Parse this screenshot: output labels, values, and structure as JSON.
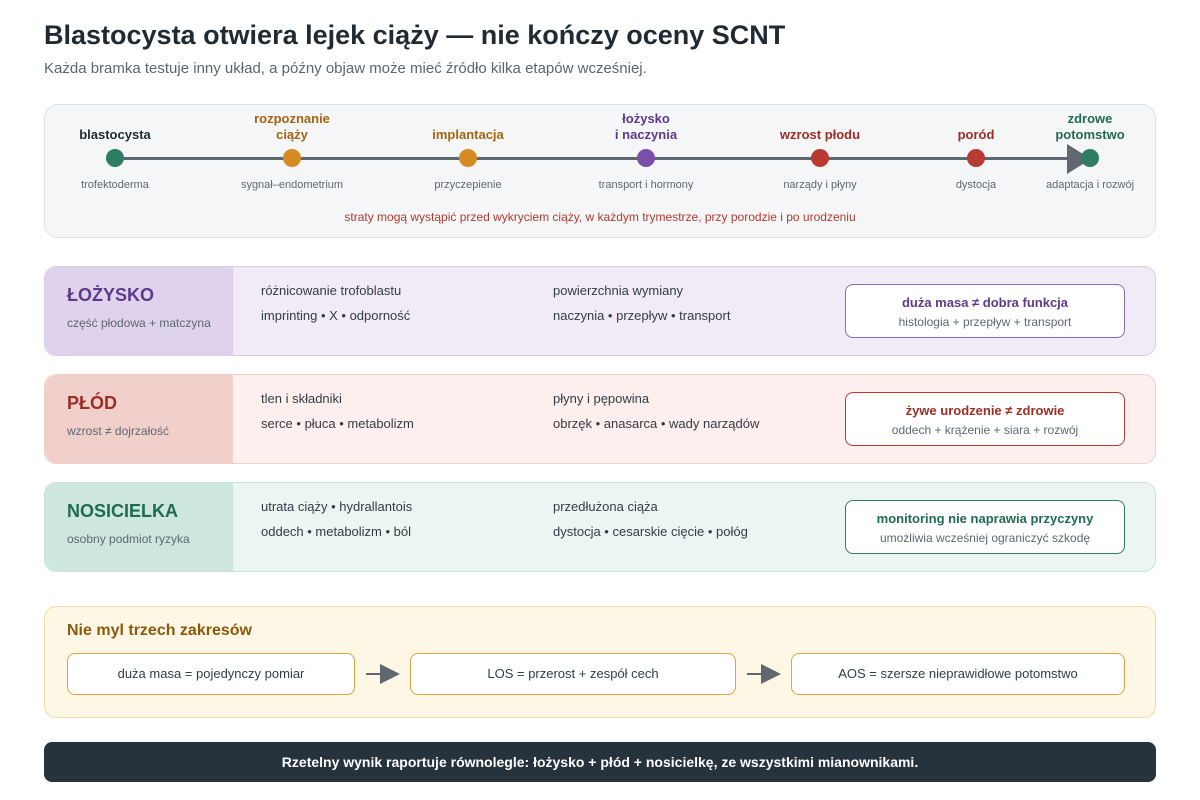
{
  "header": {
    "title": "Blastocysta otwiera lejek ciąży — nie kończy oceny SCNT",
    "subtitle": "Każda bramka testuje inny układ, a późny objaw może mieć źródło kilka etapów wcześniej."
  },
  "timeline": {
    "stages": [
      {
        "label": "blastocysta",
        "desc": "trofektoderma",
        "color": "#2e7d64",
        "label_color": "#1f2a33"
      },
      {
        "label": "rozpoznanie\nciąży",
        "desc": "sygnał–endometrium",
        "color": "#d68a22",
        "label_color": "#a5640f"
      },
      {
        "label": "implantacja",
        "desc": "przyczepienie",
        "color": "#d68a22",
        "label_color": "#a5640f"
      },
      {
        "label": "łożysko\ni naczynia",
        "desc": "transport i hormony",
        "color": "#7b4fa8",
        "label_color": "#5e3a8a"
      },
      {
        "label": "wzrost płodu",
        "desc": "narządy i płyny",
        "color": "#b83a30",
        "label_color": "#9c2d24"
      },
      {
        "label": "poród",
        "desc": "dystocja",
        "color": "#b83a30",
        "label_color": "#9c2d24"
      },
      {
        "label": "zdrowe\npotomstwo",
        "desc": "adaptacja i rozwój",
        "color": "#2e7d64",
        "label_color": "#236a52"
      }
    ],
    "note": "straty mogą wystąpić przed wykryciem ciąży, w każdym trymestrze, przy porodzie i po urodzeniu"
  },
  "rows": [
    {
      "title": "ŁOŻYSKO",
      "subtitle": "część płodowa + matczyna",
      "col1_line1": "różnicowanie trofoblastu",
      "col1_line2": "imprinting • X • odporność",
      "col2_line1": "powierzchnia wymiany",
      "col2_line2": "naczynia • przepływ • transport",
      "callout_title": "duża masa ≠ dobra funkcja",
      "callout_sub": "histologia + przepływ + transport",
      "colors": {
        "bg": "#f0ebf7",
        "border": "#d9cdea",
        "head": "#dfd2ec",
        "title": "#5e3a8a",
        "callout_border": "#8a6bb5",
        "callout_title": "#5e3a8a"
      }
    },
    {
      "title": "PŁÓD",
      "subtitle": "wzrost ≠ dojrzałość",
      "col1_line1": "tlen i składniki",
      "col1_line2": "serce • płuca • metabolizm",
      "col2_line1": "płyny i pępowina",
      "col2_line2": "obrzęk • anasarca • wady narządów",
      "callout_title": "żywe urodzenie ≠ zdrowie",
      "callout_sub": "oddech + krążenie + siara + rozwój",
      "colors": {
        "bg": "#fcefed",
        "border": "#efcfca",
        "head": "#f1d0cb",
        "title": "#9c2d24",
        "callout_border": "#b83a30",
        "callout_title": "#9c2d24"
      }
    },
    {
      "title": "NOSICIELKA",
      "subtitle": "osobny podmiot ryzyka",
      "col1_line1": "utrata ciąży • hydrallantois",
      "col1_line2": "oddech • metabolizm • ból",
      "col2_line1": "przedłużona ciąża",
      "col2_line2": "dystocja • cesarskie cięcie • połóg",
      "callout_title": "monitoring nie naprawia przyczyny",
      "callout_sub": "umożliwia wcześniej ograniczyć szkodę",
      "colors": {
        "bg": "#ebf5f1",
        "border": "#c7e3d8",
        "head": "#cde6de",
        "title": "#1f6b52",
        "callout_border": "#2e7d64",
        "callout_title": "#1f6b52"
      }
    }
  ],
  "scopes": {
    "title": "Nie myl trzech zakresów",
    "items": [
      "duża masa = pojedynczy pomiar",
      "LOS = przerost + zespół cech",
      "AOS = szersze nieprawidłowe potomstwo"
    ]
  },
  "footer": {
    "text": "Rzetelny wynik raportuje równolegle: łożysko + płód + nosicielkę, ze wszystkimi mianownikami."
  }
}
